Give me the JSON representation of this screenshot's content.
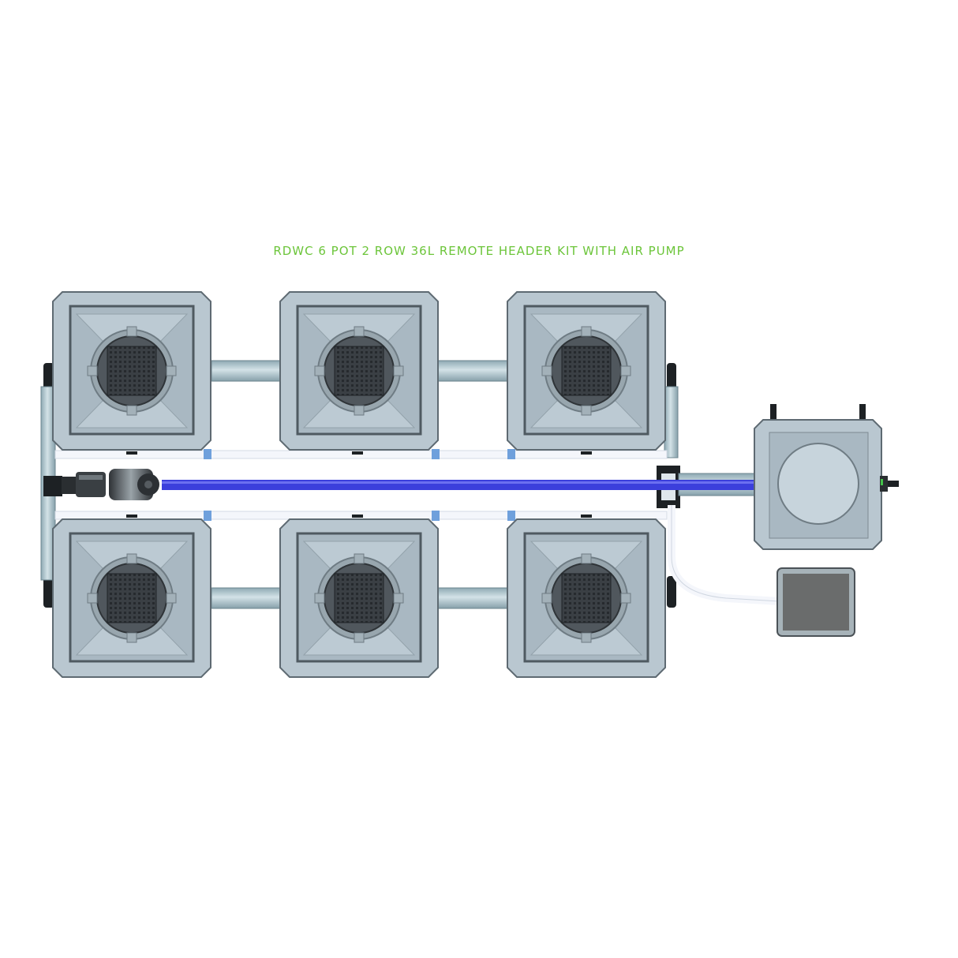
{
  "title": "RDWC 6 POT 2 ROW 36L REMOTE HEADER KIT WITH AIR PUMP",
  "colors": {
    "title": "#6cc53a",
    "pot_body": "#b9c7d0",
    "pot_face": "#a9b8c2",
    "pot_edge": "#5e6a72",
    "pipe": "#a7c1c9",
    "return_line": "#3b3fdc",
    "white_tube": "#f4f6fb",
    "connector": "#6fa0dc",
    "air_pump": "#6a6c6c"
  },
  "components": {
    "pots": [
      {
        "row": "top",
        "position": 1
      },
      {
        "row": "top",
        "position": 2
      },
      {
        "row": "top",
        "position": 3
      },
      {
        "row": "bottom",
        "position": 1
      },
      {
        "row": "bottom",
        "position": 2
      },
      {
        "row": "bottom",
        "position": 3
      }
    ],
    "header_tank": {
      "name": "remote header"
    },
    "air_pump": {
      "name": "air pump"
    },
    "water_pump": {
      "name": "pump"
    }
  }
}
